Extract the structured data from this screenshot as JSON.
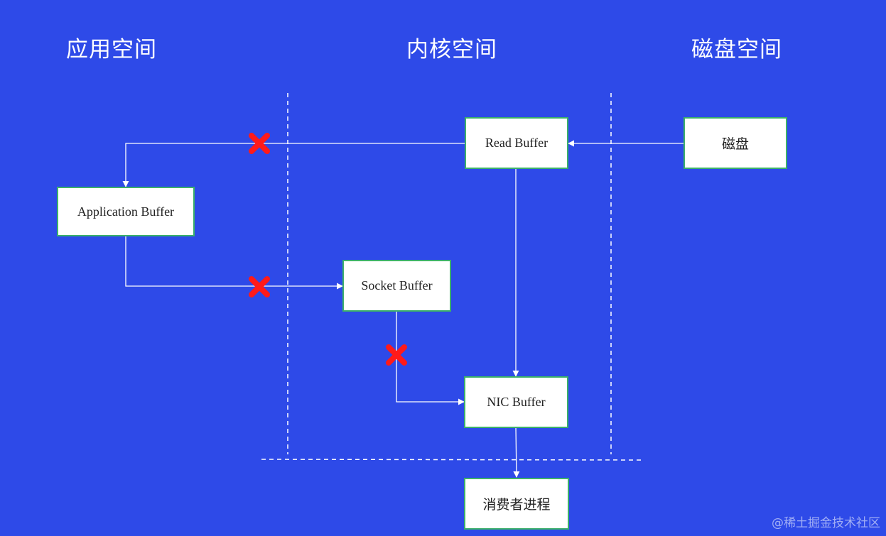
{
  "regions": {
    "app_space": "应用空间",
    "kernel_space": "内核空间",
    "disk_space": "磁盘空间"
  },
  "nodes": {
    "read_buffer": "Read Buffer",
    "disk": "磁盘",
    "application_buffer": "Application Buffer",
    "socket_buffer": "Socket Buffer",
    "nic_buffer": "NIC Buffer",
    "consumer_process": "消费者进程"
  },
  "watermark": "@稀土掘金技术社区",
  "colors": {
    "background": "#2e4ae8",
    "node_border": "#3cb06a",
    "line": "#ffffff",
    "cross": "#ff1a1a"
  }
}
